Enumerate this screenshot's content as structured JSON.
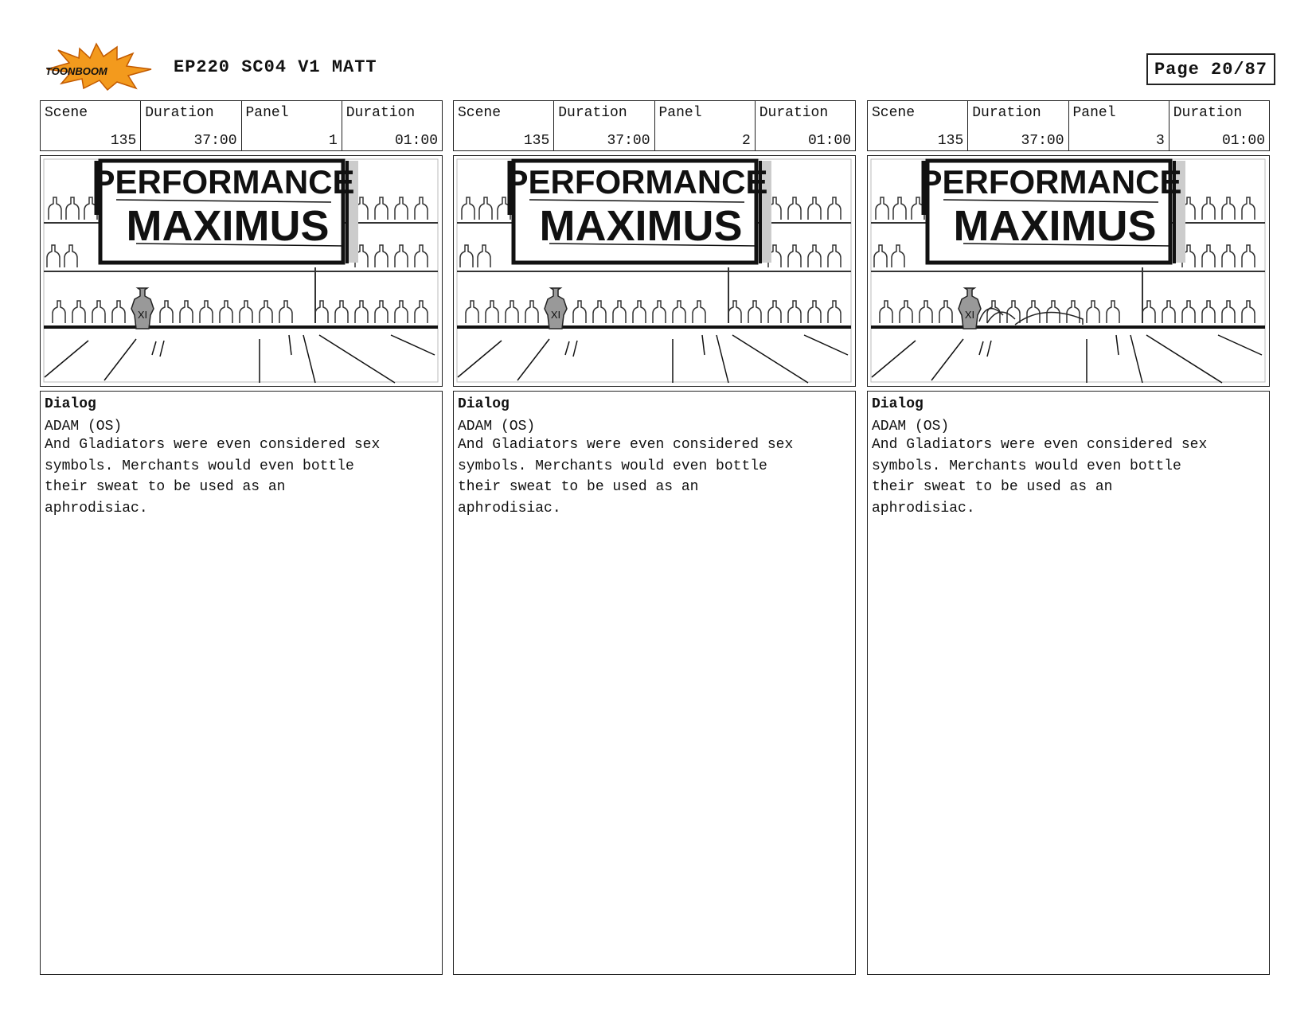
{
  "header": {
    "logo_text": "TOONBOOM",
    "title": "EP220 SC04 V1 MATT",
    "page": "Page 20/87"
  },
  "labels": {
    "scene": "Scene",
    "duration": "Duration",
    "panel": "Panel",
    "dialog": "Dialog"
  },
  "sign": {
    "line1": "PERFORMANCE",
    "line2": "MAXIMUS",
    "bottle_mark": "XI"
  },
  "panels": [
    {
      "scene": "135",
      "scene_duration": "37:00",
      "panel": "1",
      "panel_duration": "01:00",
      "character": "ADAM (OS)",
      "dialog": "And Gladiators were even considered sex\nsymbols. Merchants would even bottle\ntheir sweat to be used as an\naphrodisiac."
    },
    {
      "scene": "135",
      "scene_duration": "37:00",
      "panel": "2",
      "panel_duration": "01:00",
      "character": "ADAM (OS)",
      "dialog": "And Gladiators were even considered sex\nsymbols. Merchants would even bottle\ntheir sweat to be used as an\naphrodisiac."
    },
    {
      "scene": "135",
      "scene_duration": "37:00",
      "panel": "3",
      "panel_duration": "01:00",
      "character": "ADAM (OS)",
      "dialog": "And Gladiators were even considered sex\nsymbols. Merchants would even bottle\ntheir sweat to be used as an\naphrodisiac."
    }
  ]
}
